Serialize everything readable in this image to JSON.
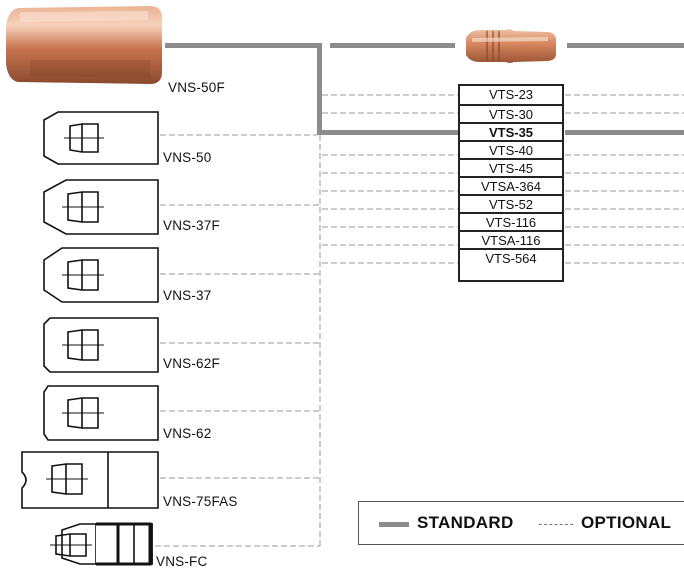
{
  "diagram": {
    "nozzles": [
      {
        "id": "vns-50f",
        "label": "VNS-50F",
        "kind": "standard"
      },
      {
        "id": "vns-50",
        "label": "VNS-50",
        "kind": "optional"
      },
      {
        "id": "vns-37f",
        "label": "VNS-37F",
        "kind": "optional"
      },
      {
        "id": "vns-37",
        "label": "VNS-37",
        "kind": "optional"
      },
      {
        "id": "vns-62f",
        "label": "VNS-62F",
        "kind": "optional"
      },
      {
        "id": "vns-62",
        "label": "VNS-62",
        "kind": "optional"
      },
      {
        "id": "vns-75fas",
        "label": "VNS-75FAS",
        "kind": "optional"
      },
      {
        "id": "vns-fc",
        "label": "VNS-FC",
        "kind": "optional"
      }
    ],
    "tips": [
      {
        "label": "VTS-23",
        "standard": false
      },
      {
        "label": "VTS-30",
        "standard": false
      },
      {
        "label": "VTS-35",
        "standard": true
      },
      {
        "label": "VTS-40",
        "standard": false
      },
      {
        "label": "VTS-45",
        "standard": false
      },
      {
        "label": "VTSA-364",
        "standard": false
      },
      {
        "label": "VTS-52",
        "standard": false
      },
      {
        "label": "VTS-116",
        "standard": false
      },
      {
        "label": "VTSA-116",
        "standard": false
      },
      {
        "label": "VTS-564",
        "standard": false
      }
    ],
    "legend": {
      "standard_label": "STANDARD",
      "optional_label": "OPTIONAL"
    },
    "colors": {
      "standard_line": "#8c8c8c",
      "optional_line": "#9a9a9a",
      "copper": "#c8734f",
      "outline": "#111111"
    }
  }
}
